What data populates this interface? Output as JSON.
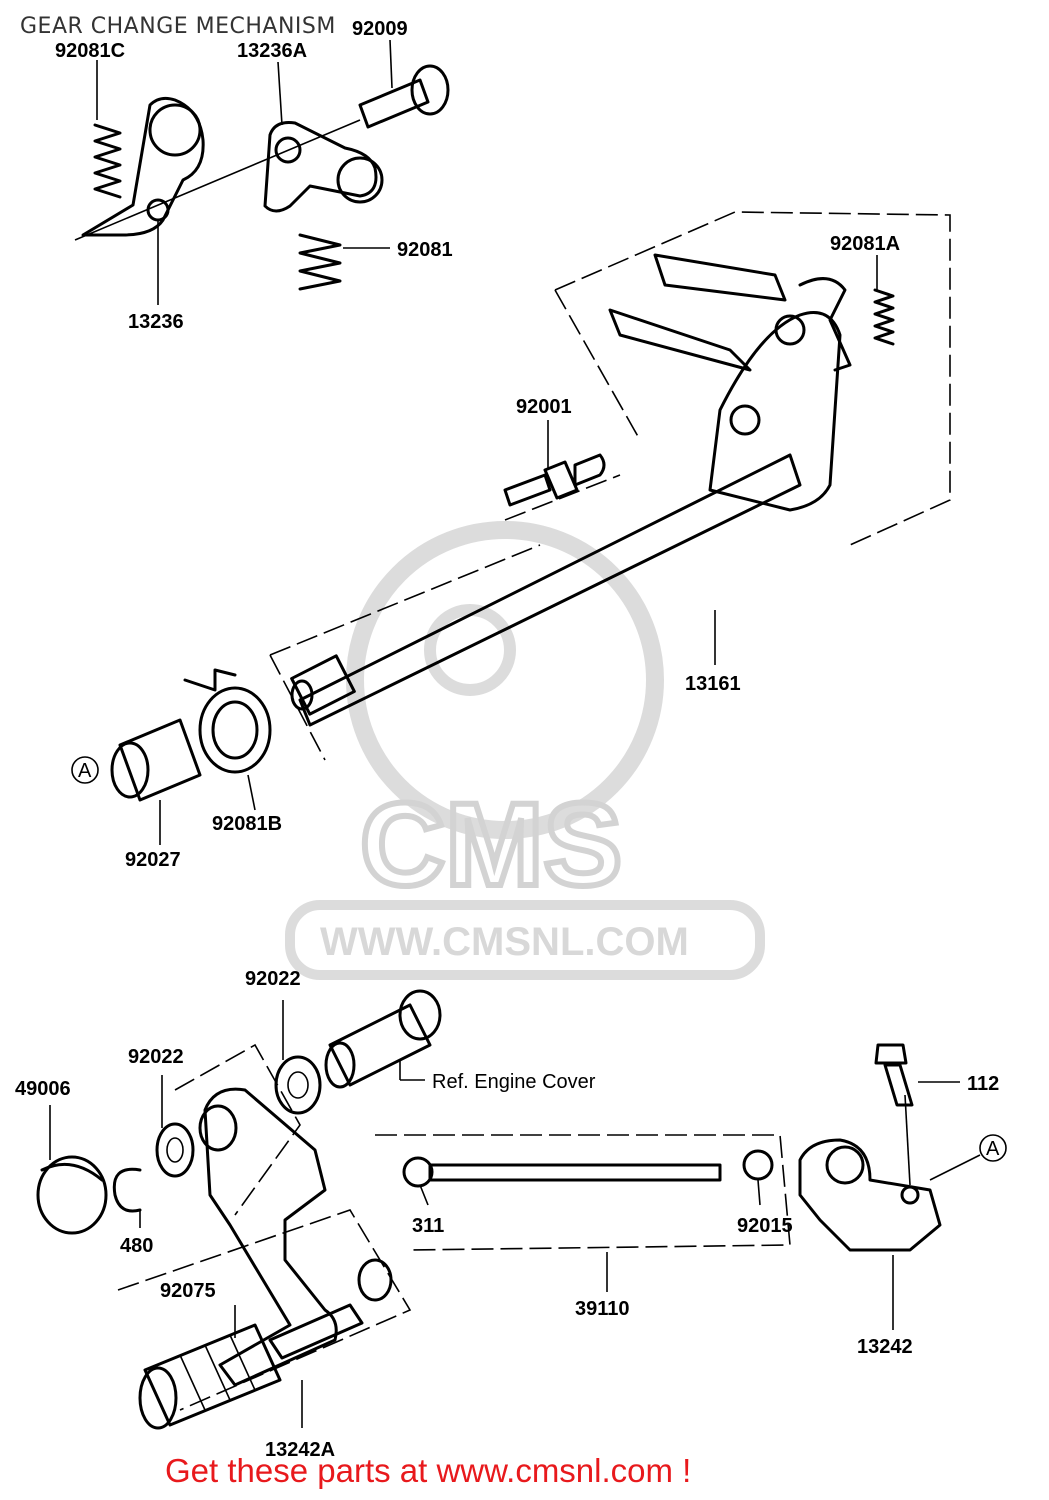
{
  "title": "GEAR CHANGE MECHANISM",
  "footer": "Get these parts at www.cmsnl.com !",
  "watermark": {
    "brand": "CMS",
    "url": "WWW.CMSNL.COM"
  },
  "reference_note": "Ref.  Engine Cover",
  "callouts": {
    "p92009": "92009",
    "p92081C": "92081C",
    "p13236A": "13236A",
    "p92081": "92081",
    "p13236": "13236",
    "p92081A": "92081A",
    "p92001": "92001",
    "p13161": "13161",
    "markA1": "A",
    "p92027": "92027",
    "p92081B": "92081B",
    "p92022a": "92022",
    "p92022b": "92022",
    "p49006": "49006",
    "p480": "480",
    "p311": "311",
    "p92015": "92015",
    "p39110": "39110",
    "p92075": "92075",
    "p13242A": "13242A",
    "p112": "112",
    "markA2": "A",
    "p13242": "13242"
  },
  "colors": {
    "footer": "#e8191c",
    "watermark": "#d3d3d3",
    "ink": "#000000"
  }
}
